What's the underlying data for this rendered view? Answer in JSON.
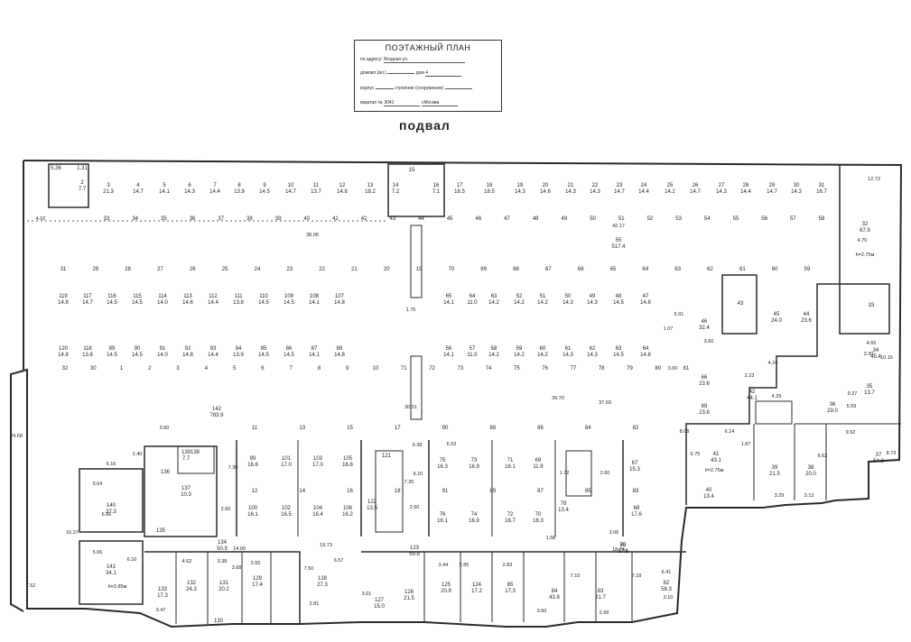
{
  "stamp": {
    "title": "ПОЭТАЖНЫЙ ПЛАН",
    "address_label": "по адресу:",
    "address_value": "Ягодная ул.",
    "house_label": "домовл.(вл.)",
    "house_no_label": "дом",
    "house_no_value": "4",
    "building_label": "корпус",
    "structure_label": "строение (сооружение)",
    "quarter_label": "квартал №",
    "quarter_value": "3041",
    "city_value": "г.Москва"
  },
  "floor_title": "подвал",
  "rooms": [
    {
      "n": "5.36",
      "a": ""
    },
    {
      "n": "1.31",
      "a": ""
    },
    {
      "n": "2",
      "a": "7.7"
    },
    {
      "n": "3",
      "a": "21.3"
    },
    {
      "n": "4",
      "a": "14.7"
    },
    {
      "n": "5",
      "a": "14.1"
    },
    {
      "n": "6",
      "a": "14.3"
    },
    {
      "n": "7",
      "a": "14.4"
    },
    {
      "n": "8",
      "a": "13.9"
    },
    {
      "n": "9",
      "a": "14.5"
    },
    {
      "n": "10",
      "a": "14.7"
    },
    {
      "n": "11",
      "a": "13.7"
    },
    {
      "n": "12",
      "a": "14.8"
    },
    {
      "n": "13",
      "a": "18.2"
    },
    {
      "n": "14",
      "a": "7.2"
    },
    {
      "n": "15",
      "a": ""
    },
    {
      "n": "16",
      "a": "7.1"
    },
    {
      "n": "17",
      "a": "18.5"
    },
    {
      "n": "18",
      "a": "18.5"
    },
    {
      "n": "19",
      "a": "14.3"
    },
    {
      "n": "20",
      "a": "14.6"
    },
    {
      "n": "21",
      "a": "14.3"
    },
    {
      "n": "22",
      "a": "14.3"
    },
    {
      "n": "23",
      "a": "14.7"
    },
    {
      "n": "24",
      "a": "14.4"
    },
    {
      "n": "25",
      "a": "14.2"
    },
    {
      "n": "26",
      "a": "14.7"
    },
    {
      "n": "27",
      "a": "14.3"
    },
    {
      "n": "28",
      "a": "14.4"
    },
    {
      "n": "29",
      "a": "14.7"
    },
    {
      "n": "30",
      "a": "14.3"
    },
    {
      "n": "31",
      "a": "16.7"
    },
    {
      "n": "32",
      "a": "67.9"
    },
    {
      "n": "55",
      "a": "517.4"
    },
    {
      "n": "142",
      "a": "783.9"
    },
    {
      "n": "119",
      "a": "14.8"
    },
    {
      "n": "117",
      "a": "14.7"
    },
    {
      "n": "116",
      "a": "14.5"
    },
    {
      "n": "115",
      "a": "14.5"
    },
    {
      "n": "114",
      "a": "14.0"
    },
    {
      "n": "113",
      "a": "14.6"
    },
    {
      "n": "112",
      "a": "14.4"
    },
    {
      "n": "111",
      "a": "13.8"
    },
    {
      "n": "110",
      "a": "14.5"
    },
    {
      "n": "109",
      "a": "14.5"
    },
    {
      "n": "108",
      "a": "14.1"
    },
    {
      "n": "107",
      "a": "14.8"
    },
    {
      "n": "120",
      "a": "14.8"
    },
    {
      "n": "118",
      "a": "13.6"
    },
    {
      "n": "89",
      "a": "14.5"
    },
    {
      "n": "90",
      "a": "14.5"
    },
    {
      "n": "91",
      "a": "14.0"
    },
    {
      "n": "92",
      "a": "14.8"
    },
    {
      "n": "93",
      "a": "14.4"
    },
    {
      "n": "94",
      "a": "13.9"
    },
    {
      "n": "95",
      "a": "14.5"
    },
    {
      "n": "86",
      "a": "14.5"
    },
    {
      "n": "87",
      "a": "14.1"
    },
    {
      "n": "88",
      "a": "14.8"
    },
    {
      "n": "65",
      "a": "14.1"
    },
    {
      "n": "64",
      "a": "11.0"
    },
    {
      "n": "63",
      "a": "14.2"
    },
    {
      "n": "52",
      "a": "14.2"
    },
    {
      "n": "51",
      "a": "14.2"
    },
    {
      "n": "50",
      "a": "14.3"
    },
    {
      "n": "49",
      "a": "14.3"
    },
    {
      "n": "48",
      "a": "14.5"
    },
    {
      "n": "47",
      "a": "14.8"
    },
    {
      "n": "56",
      "a": "14.1"
    },
    {
      "n": "57",
      "a": "11.0"
    },
    {
      "n": "58",
      "a": "14.2"
    },
    {
      "n": "59",
      "a": "14.2"
    },
    {
      "n": "60",
      "a": "14.2"
    },
    {
      "n": "61",
      "a": "14.3"
    },
    {
      "n": "62",
      "a": "14.3"
    },
    {
      "n": "63",
      "a": "14.5"
    },
    {
      "n": "64",
      "a": "14.8"
    },
    {
      "n": "43",
      "a": ""
    },
    {
      "n": "46",
      "a": "32.4"
    },
    {
      "n": "45",
      "a": "24.0"
    },
    {
      "n": "44",
      "a": "23.6"
    },
    {
      "n": "33",
      "a": ""
    },
    {
      "n": "34",
      "a": "45.4"
    },
    {
      "n": "35",
      "a": "13.7"
    },
    {
      "n": "36",
      "a": "29.0"
    },
    {
      "n": "37",
      "a": "54.2"
    },
    {
      "n": "38",
      "a": "20.0"
    },
    {
      "n": "39",
      "a": "21.5"
    },
    {
      "n": "40",
      "a": "13.4"
    },
    {
      "n": "41",
      "a": "43.1"
    },
    {
      "n": "42",
      "a": "44.1"
    },
    {
      "n": "66",
      "a": "23.6"
    },
    {
      "n": "69",
      "a": "23.6"
    },
    {
      "n": "67",
      "a": "15.3"
    },
    {
      "n": "68",
      "a": "17.6"
    },
    {
      "n": "78",
      "a": "13.4"
    },
    {
      "n": "79",
      "a": "37.6"
    },
    {
      "n": "80",
      "a": "37.6"
    },
    {
      "n": "82",
      "a": "58.3"
    },
    {
      "n": "83",
      "a": "21.7"
    },
    {
      "n": "84",
      "a": "43.8"
    },
    {
      "n": "85",
      "a": "17.3"
    },
    {
      "n": "124",
      "a": "17.2"
    },
    {
      "n": "125",
      "a": "20.9"
    },
    {
      "n": "126",
      "a": "21.5"
    },
    {
      "n": "127",
      "a": "15.0"
    },
    {
      "n": "123",
      "a": "59.8"
    },
    {
      "n": "122",
      "a": "13.5"
    },
    {
      "n": "121",
      "a": ""
    },
    {
      "n": "75",
      "a": "16.3"
    },
    {
      "n": "73",
      "a": "16.9"
    },
    {
      "n": "71",
      "a": "16.1"
    },
    {
      "n": "69",
      "a": "11.9"
    },
    {
      "n": "76",
      "a": "16.1"
    },
    {
      "n": "74",
      "a": "16.9"
    },
    {
      "n": "72",
      "a": "16.7"
    },
    {
      "n": "70",
      "a": "16.3"
    },
    {
      "n": "99",
      "a": "16.6"
    },
    {
      "n": "101",
      "a": "17.0"
    },
    {
      "n": "103",
      "a": "17.0"
    },
    {
      "n": "105",
      "a": "16.6"
    },
    {
      "n": "100",
      "a": "16.1"
    },
    {
      "n": "102",
      "a": "16.5"
    },
    {
      "n": "104",
      "a": "16.4"
    },
    {
      "n": "106",
      "a": "16.2"
    },
    {
      "n": "128",
      "a": "27.3"
    },
    {
      "n": "129",
      "a": "17.4"
    },
    {
      "n": "131",
      "a": "20.2"
    },
    {
      "n": "132",
      "a": "24.3"
    },
    {
      "n": "133",
      "a": "17.3"
    },
    {
      "n": "134",
      "a": "50.9"
    },
    {
      "n": "135",
      "a": ""
    },
    {
      "n": "136",
      "a": ""
    },
    {
      "n": "137",
      "a": "10.3"
    },
    {
      "n": "138",
      "a": ""
    },
    {
      "n": "139",
      "a": "7.7"
    },
    {
      "n": "140",
      "a": "37.3"
    },
    {
      "n": "141",
      "a": "34.1"
    },
    {
      "n": "130",
      "a": ""
    }
  ],
  "dims": [
    "4.02",
    "38.06",
    "42.17",
    "12.73",
    "4.70",
    "h=2.75м",
    "1.75",
    "24.68",
    "3.60",
    "6.16",
    "2.40",
    "5.64",
    "6.66",
    "16.37",
    "5.65",
    "6.10",
    "7.52",
    "h=2.85м",
    "3.47",
    "4.62",
    "3.38",
    "3.68",
    "2.55",
    "14.00",
    "7.50",
    "19.73",
    "6.57",
    "3.01",
    "2.81",
    "3.44",
    "2.85",
    "2.83",
    "18.74",
    "7.10",
    "7.18",
    "6.41",
    "3.10",
    "2.99",
    "3.60",
    "30.51",
    "9.38",
    "6.53",
    "37.69",
    "39.70",
    "5.91",
    "3.60",
    "3.30",
    "4.65",
    "10.16",
    "9.27",
    "5.59",
    "9.92",
    "8.73",
    "3.29",
    "3.13",
    "h=2.75м",
    "6.14",
    "1.87",
    "8.08",
    "6.75",
    "2.23",
    "4.24",
    "4.29",
    "6.62",
    "1.07",
    "3.00",
    "2.60",
    "2.60",
    "7.30",
    "7.35",
    "6.10",
    "1.58",
    "3.06",
    "1.72",
    "2.60"
  ],
  "parking_numbers_row1": [
    "33",
    "34",
    "35",
    "36",
    "37",
    "38",
    "39",
    "40",
    "41",
    "42",
    "43",
    "44",
    "45",
    "46",
    "47",
    "48",
    "49",
    "50",
    "51",
    "52",
    "53",
    "54",
    "55",
    "56",
    "57",
    "58"
  ],
  "parking_numbers_row2": [
    "31",
    "29",
    "28",
    "27",
    "26",
    "25",
    "24",
    "23",
    "22",
    "21",
    "20",
    "19",
    "70",
    "69",
    "68",
    "67",
    "66",
    "65",
    "64",
    "63",
    "62",
    "61",
    "60",
    "59"
  ],
  "parking_numbers_row3": [
    "32",
    "30",
    "1",
    "2",
    "3",
    "4",
    "5",
    "6",
    "7",
    "8",
    "9",
    "10",
    "71",
    "72",
    "73",
    "74",
    "75",
    "76",
    "77",
    "78",
    "79",
    "80",
    "81"
  ],
  "parking_numbers_row4": [
    "11",
    "13",
    "15",
    "17",
    "90",
    "88",
    "86",
    "84",
    "82"
  ],
  "parking_numbers_row5": [
    "12",
    "14",
    "16",
    "18",
    "91",
    "89",
    "87",
    "85",
    "83"
  ],
  "colors": {
    "line": "#2a2a2a",
    "paper": "#ffffff"
  }
}
